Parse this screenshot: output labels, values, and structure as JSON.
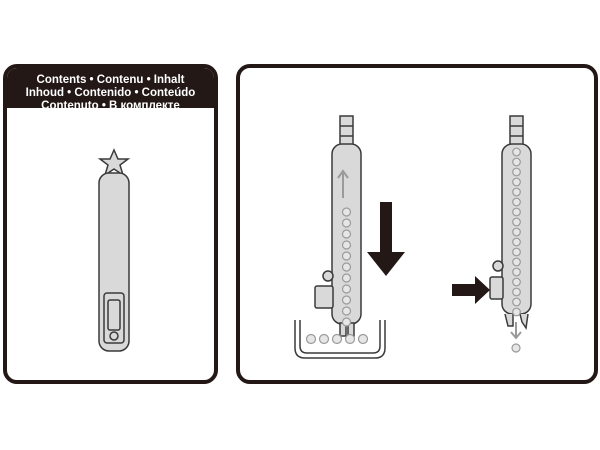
{
  "contents_header": {
    "lines": [
      "Contents • Contenu • Inhalt",
      "Inhoud • Contenido • Conteúdo",
      "Contenuto • В комплекте"
    ]
  },
  "colors": {
    "frame": "#231815",
    "tool_fill": "#d9d9d9",
    "tool_stroke": "#3a3a3a",
    "ball": "#bdbdbd"
  }
}
